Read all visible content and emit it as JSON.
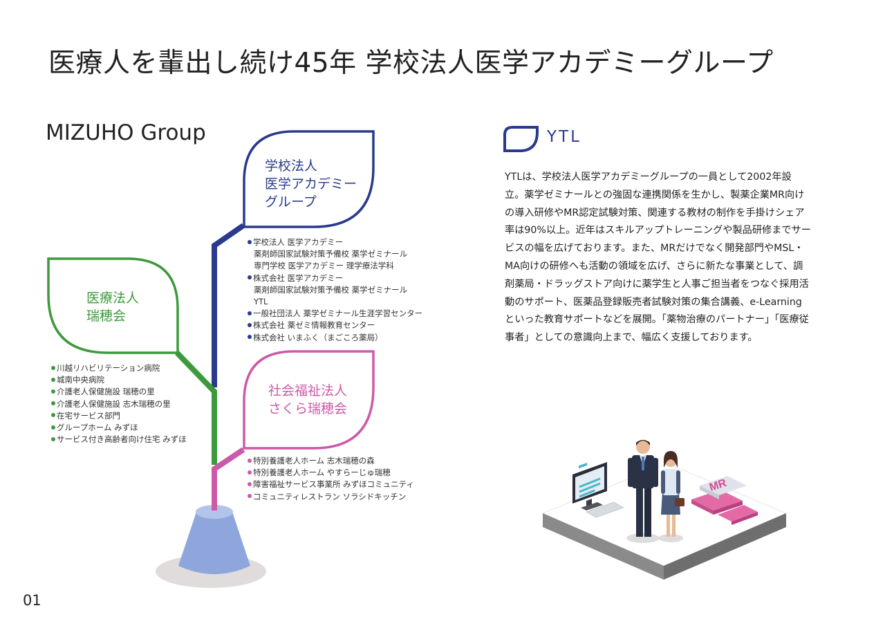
{
  "page_title": "医療人を輩出し続け45年 学校法人医学アカデミーグループ",
  "group_title": "MIZUHO Group",
  "colors": {
    "navy": "#2a3a8c",
    "green": "#3c9a3c",
    "pink": "#cc5aa9",
    "pot": "#8fa6dc",
    "pot_shadow": "#e0dcdc"
  },
  "academy": {
    "name_lines": [
      "学校法人",
      "医学アカデミー",
      "グループ"
    ],
    "items": [
      {
        "text": "学校法人 医学アカデミー",
        "bullet": true
      },
      {
        "text": "薬剤師国家試験対策予備校 薬学ゼミナール",
        "bullet": false
      },
      {
        "text": "専門学校 医学アカデミー 理学療法学科",
        "bullet": false
      },
      {
        "text": "株式会社 医学アカデミー",
        "bullet": true
      },
      {
        "text": "薬剤師国家試験対策予備校 薬学ゼミナール",
        "bullet": false
      },
      {
        "text": "YTL",
        "bullet": false
      },
      {
        "text": "一般社団法人 薬学ゼミナール生涯学習センター",
        "bullet": true
      },
      {
        "text": "株式会社 薬ゼミ情報教育センター",
        "bullet": true
      },
      {
        "text": "株式会社 いまふく（まごころ薬局）",
        "bullet": true
      }
    ]
  },
  "mizuho": {
    "name_lines": [
      "医療法人",
      "瑞穂会"
    ],
    "items": [
      "川越リハビリテーション病院",
      "城南中央病院",
      "介護老人保健施設 瑞穂の里",
      "介護老人保健施設 志木瑞穂の里",
      "在宅サービス部門",
      "グループホーム みずほ",
      "サービス付き高齢者向け住宅 みずほ"
    ]
  },
  "sakura": {
    "name_lines": [
      "社会福祉法人",
      "さくら瑞穂会"
    ],
    "items": [
      "特別養護老人ホーム 志木瑞穂の森",
      "特別養護老人ホーム やすらーじゅ瑞穂",
      "障害福祉サービス事業所 みずほコミュニティ",
      "コミュニティレストラン ソラシドキッチン"
    ]
  },
  "ytl": {
    "logo_text": "YTL",
    "description_lines": [
      "YTLは、学校法人医学アカデミーグループの一員として2002年設",
      "立。薬学ゼミナールとの強固な連携関係を生かし、製薬企業MR向け",
      "の導入研修やMR認定試験対策、関連する教材の制作を手掛けシェア",
      "率は90%以上。近年はスキルアップトレーニングや製品研修までサー",
      "ビスの幅を広げております。また、MRだけでなく開発部門やMSL・",
      "MA向けの研修へも活動の領域を広げ、さらに新たな事業として、調",
      "剤薬局・ドラッグストア向けに薬学生と人事ご担当者をつなぐ採用活",
      "動のサポート、医薬品登録販売者試験対策の集合講義、e-Learning",
      "といった教育サポートなどを展開。「薬物治療のパートナー」「医療従",
      "事者」としての意識向上まで、幅広く支援しております。"
    ],
    "book_text": "MR"
  },
  "page_number": "01"
}
